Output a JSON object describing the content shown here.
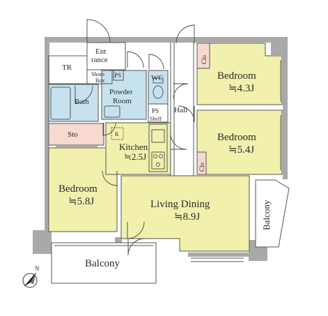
{
  "colors": {
    "bedroom_floor": "#f1f0ad",
    "living_floor": "#f1f0ad",
    "wet_area_floor": "#c7e2ef",
    "storage_floor": "#f6d9d0",
    "wall": "#a9a9a9",
    "outline": "#555555"
  },
  "rooms": {
    "entrance_line1": "Ent",
    "entrance_line2": "rance",
    "tr": "TR",
    "shoes_box_line1": "Shoes",
    "shoes_box_line2": "Box",
    "ps_top": "PS",
    "wc": "WC",
    "powder_line1": "Powder",
    "powder_line2": "Room",
    "bath": "Bath",
    "ps_mid": "PS",
    "shelf": "Shelf",
    "hall": "Hall",
    "sto": "Sto",
    "r_mark": "R",
    "kitchen_name": "Kitchen",
    "kitchen_size": "≒2.5J",
    "bedroom_ne_name": "Bedroom",
    "bedroom_ne_size": "≒4.3J",
    "clo_ne": "Clo",
    "bedroom_e_name": "Bedroom",
    "bedroom_e_size": "≒5.4J",
    "clo_e": "Clo",
    "bedroom_w_name": "Bedroom",
    "bedroom_w_size": "≒5.8J",
    "living_name": "Living Dining",
    "living_size": "≒8.9J",
    "balcony_right": "Balcony",
    "balcony_bottom": "Balcony"
  },
  "compass": {
    "label": "N",
    "icon": "north-arrow-icon"
  }
}
